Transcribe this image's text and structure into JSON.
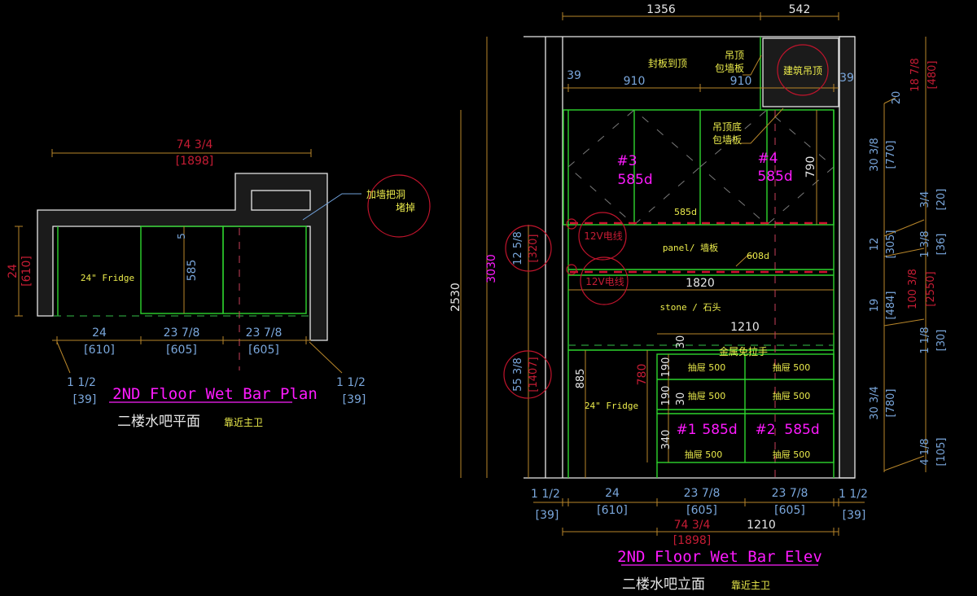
{
  "plan": {
    "title": "2ND Floor Wet Bar Plan",
    "subtitle": "二楼水吧平面",
    "note": "靠近主卫",
    "total_in": "74 3/4",
    "total_mm": "[1898]",
    "depth_in": "24",
    "depth_mm": "[610]",
    "seg1_in": "24",
    "seg1_mm": "[610]",
    "seg2_in": "23 7/8",
    "seg2_mm": "[605]",
    "seg3_in": "23 7/8",
    "seg3_mm": "[605]",
    "left_gap_in": "1 1/2",
    "left_gap_mm": "[39]",
    "right_gap_in": "1 1/2",
    "right_gap_mm": "[39]",
    "gap_top": "5",
    "cab_depth": "585",
    "fridge": "24\" Fridge",
    "callout_line1": "加墙把洞",
    "callout_line2": "堵掉"
  },
  "elev": {
    "title": "2ND Floor Wet Bar Elev",
    "subtitle": "二楼水吧立面",
    "note": "靠近主卫",
    "w_left": "1356",
    "w_right": "542",
    "gap_l": "39",
    "gap_r": "39",
    "door_w1": "910",
    "door_w2": "910",
    "note_top": "封板到顶",
    "note_ceil1": "吊顶",
    "note_ceil2": "包墙板",
    "ceiling_circle": "建筑吊顶",
    "note_soffit1": "吊顶底",
    "note_soffit2": "包墙板",
    "cab3_id": "#3",
    "cab3_depth": "585d",
    "cab4_id": "#4",
    "cab4_depth": "585d",
    "upper_depth": "585d",
    "upper_h": "790",
    "wire1": "12V电线",
    "wire2": "12V电线",
    "panel": "panel/ 墙板",
    "panel_d": "608d",
    "counter_w": "1820",
    "stone": "stone /  石头",
    "drawer_w": "1210",
    "gap30": "30",
    "handle": "金属免拉手",
    "drawers": [
      "抽屉 500",
      "抽屉 500",
      "抽屉 500",
      "抽屉 500",
      "抽屉 500",
      "抽屉 500"
    ],
    "cab1_id": "#1",
    "cab1_depth": "585d",
    "cab2_id": "#2",
    "cab2_depth": "585d",
    "d_h1": "190",
    "d_h2": "190",
    "d_gap": "30",
    "d_h3": "340",
    "fridge": "24\" Fridge",
    "h885": "885",
    "h780": "780",
    "h2530": "2530",
    "h3030": "3030",
    "left_c1_in": "12 5/8",
    "left_c1_mm": "[320]",
    "left_c2_in": "55 3/8",
    "left_c2_mm": "[1407]",
    "r_top_in": "18 7/8",
    "r_top_mm": "[480]",
    "r_20": "20",
    "r_upper_in": "30 3/8",
    "r_upper_mm": "[770]",
    "r_a_in": "3/4",
    "r_a_mm": "[20]",
    "r_panel_in": "12",
    "r_panel_mm": "[305]",
    "r_b_in": "1 3/8",
    "r_b_mm": "[36]",
    "r_stone_in": "19",
    "r_stone_mm": "[484]",
    "r_total_in": "100 3/8",
    "r_total_mm": "[2550]",
    "r_c_in": "1 1/8",
    "r_c_mm": "[30]",
    "r_base_in": "30 3/4",
    "r_base_mm": "[780]",
    "r_d_in": "4 1/8",
    "r_d_mm": "[105]",
    "b_l_in": "1 1/2",
    "b_l_mm": "[39]",
    "b1_in": "24",
    "b1_mm": "[610]",
    "b2_in": "23 7/8",
    "b2_mm": "[605]",
    "b3_in": "23 7/8",
    "b3_mm": "[605]",
    "b_r_in": "1 1/2",
    "b_r_mm": "[39]",
    "b_total_in": "74 3/4",
    "b_total_mm": "[1898]",
    "b_1210": "1210"
  }
}
